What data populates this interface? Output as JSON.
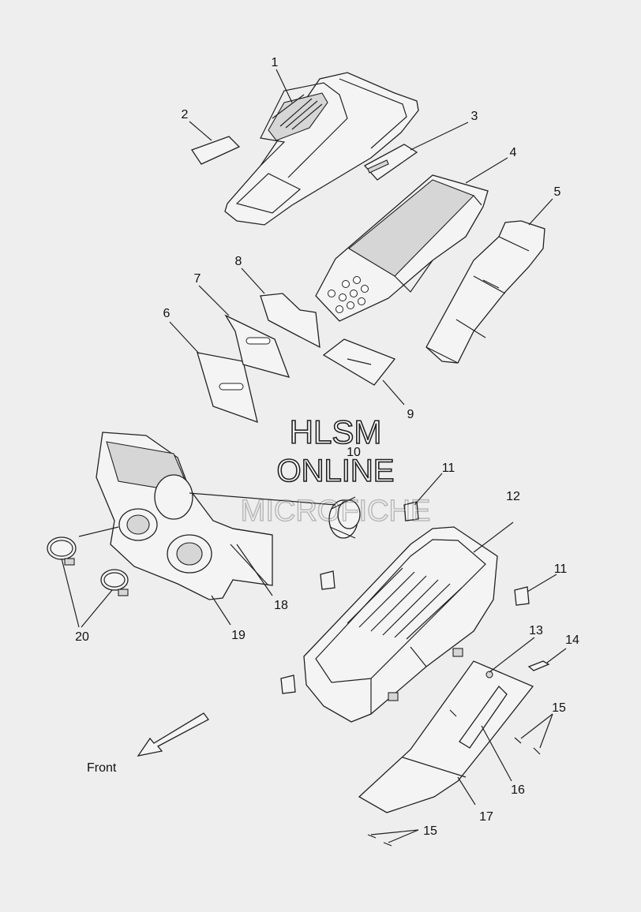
{
  "callouts": [
    "1",
    "2",
    "3",
    "4",
    "5",
    "6",
    "7",
    "8",
    "9",
    "10",
    "11",
    "12",
    "11",
    "13",
    "14",
    "15",
    "16",
    "17",
    "18",
    "19",
    "20",
    "15"
  ],
  "direction_label": "Front",
  "watermark": {
    "line1": "HLSM",
    "line2": "ONLINE",
    "line3": "MICROFICHE"
  },
  "colors": {
    "background": "#eeeeee",
    "line": "#222222",
    "part_fill": "#f4f4f4"
  }
}
